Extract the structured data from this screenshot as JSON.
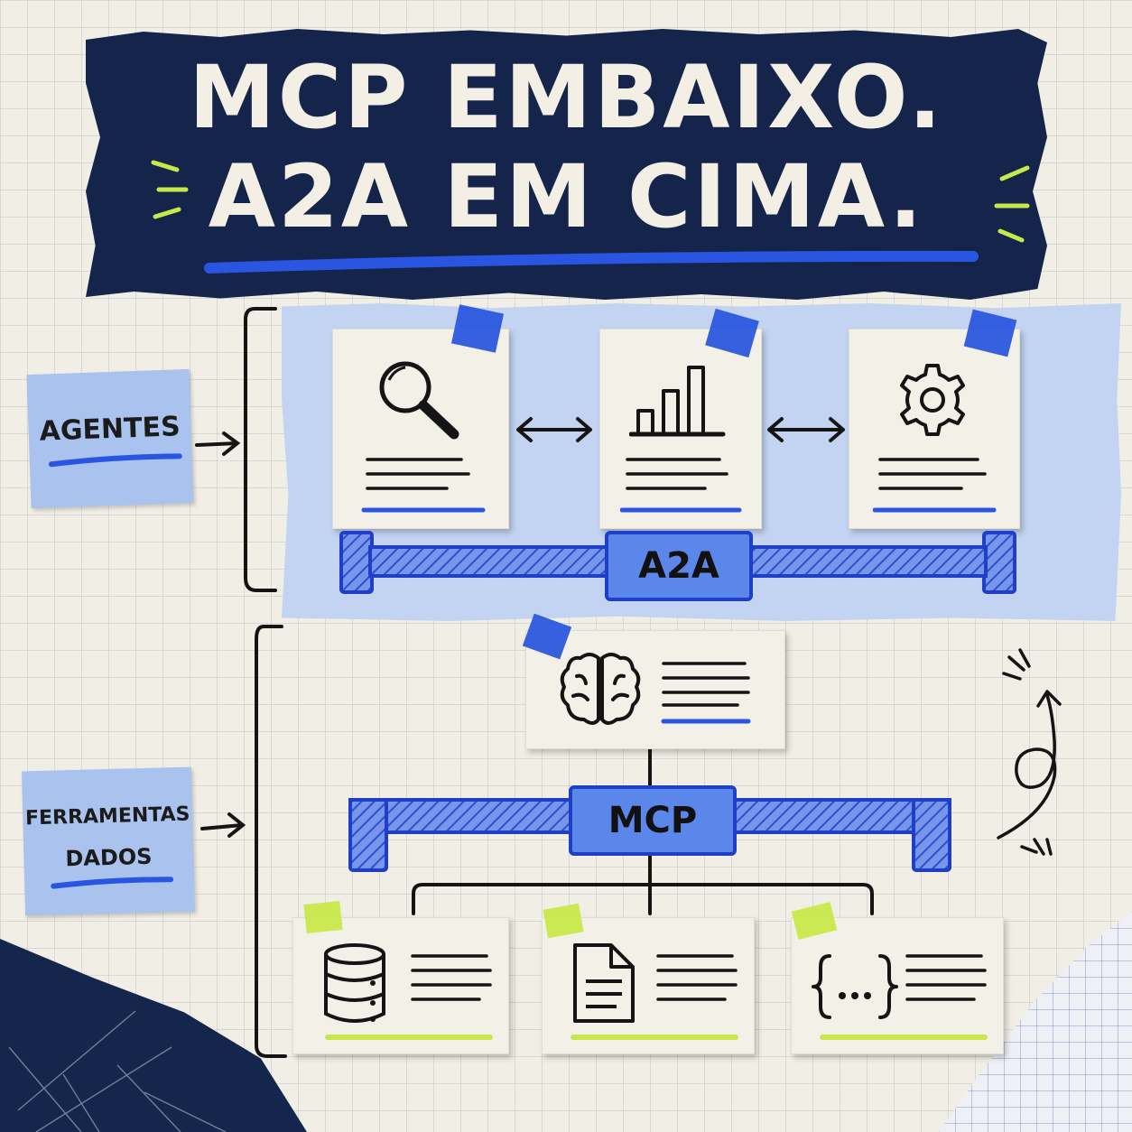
{
  "title": {
    "line1": "MCP EMBAIXO.",
    "line2": "A2A EM CIMA."
  },
  "labels": {
    "agents": "AGENTES",
    "tools_line1": "FERRAMENTAS",
    "tools_line2": "DADOS"
  },
  "protocols": {
    "a2a": "A2A",
    "mcp": "MCP"
  },
  "icons": {
    "agent_cards": [
      "search-icon",
      "bar-chart-icon",
      "gear-icon"
    ],
    "model_card": "brain-icon",
    "tool_cards": [
      "database-icon",
      "document-icon",
      "code-braces-icon"
    ]
  },
  "colors": {
    "navy": "#14244a",
    "blue": "#2c57de",
    "light_blue": "#a9c3ee",
    "lime": "#c7e84a",
    "paper": "#f3f0e8"
  }
}
